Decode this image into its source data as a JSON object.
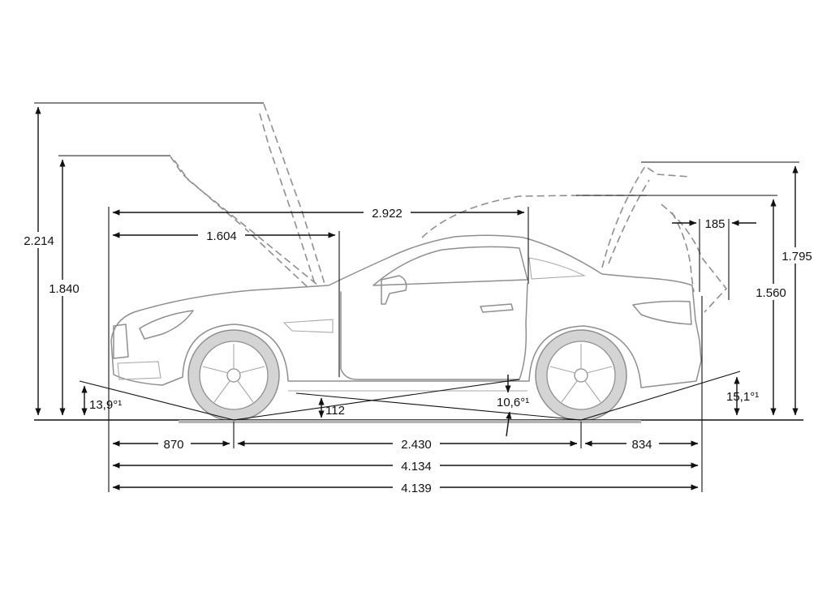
{
  "dimensions": {
    "open_boot_height": "2.214",
    "open_bonnet_height": "1.840",
    "roof_open_length": "2.922",
    "bonnet_opening_length": "1.604",
    "boot_lid_offset": "185",
    "roof_open_rear_height": "1.795",
    "boot_lid_open_height": "1.560",
    "approach_angle": "13,9°¹",
    "breakover_angle": "10,6°¹",
    "departure_angle": "15,1°¹",
    "ground_clearance": "112",
    "front_overhang": "870",
    "wheelbase": "2.430",
    "rear_overhang": "834",
    "overall_length": "4.134",
    "overall_length_alt": "4.139"
  },
  "colors": {
    "dimension_lines": "#111111",
    "car_outline": "#8f8f8f",
    "background": "#ffffff"
  }
}
